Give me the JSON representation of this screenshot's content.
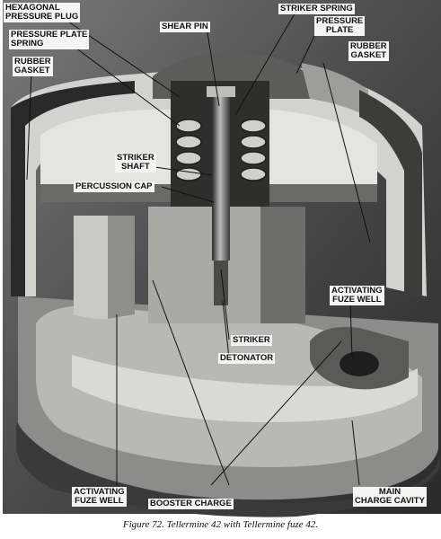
{
  "labels": {
    "hexagonal_pressure_plug": "HEXAGONAL\nPRESSURE PLUG",
    "pressure_plate_spring": "PRESSURE PLATE\nSPRING",
    "rubber_gasket_left": "RUBBER\nGASKET",
    "shear_pin": "SHEAR PIN",
    "striker_spring": "STRIKER SPRING",
    "pressure_plate": "PRESSURE\nPLATE",
    "rubber_gasket_right": "RUBBER\nGASKET",
    "striker_shaft": "STRIKER\nSHAFT",
    "percussion_cap": "PERCUSSION CAP",
    "activating_fuze_well_right": "ACTIVATING\nFUZE WELL",
    "striker": "STRIKER",
    "detonator": "DETONATOR",
    "activating_fuze_well_bottom": "ACTIVATING\nFUZE WELL",
    "booster_charge": "BOOSTER CHARGE",
    "main_charge_cavity": "MAIN\nCHARGE CAVITY"
  },
  "caption": "Figure 72. Tellermine 42 with Tellermine fuze 42.",
  "colors": {
    "dark": "#1b1b1b",
    "mid": "#6b6b6b",
    "light": "#d9d9d6",
    "paper": "#ffffff"
  }
}
